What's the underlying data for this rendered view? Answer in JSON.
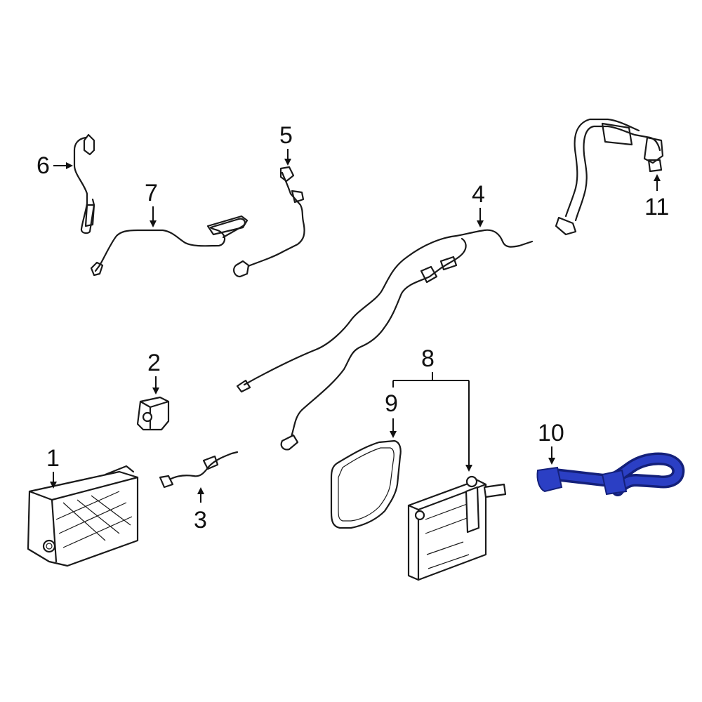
{
  "callouts": {
    "c1": "1",
    "c2": "2",
    "c3": "3",
    "c4": "4",
    "c5": "5",
    "c6": "6",
    "c7": "7",
    "c8": "8",
    "c9": "9",
    "c10": "10",
    "c11": "11"
  },
  "highlighted_part": "10",
  "colors": {
    "line_art": "#1a1a1a",
    "highlight_fill": "#2b3fc4",
    "highlight_stroke": "#14207a",
    "background": "#ffffff"
  }
}
